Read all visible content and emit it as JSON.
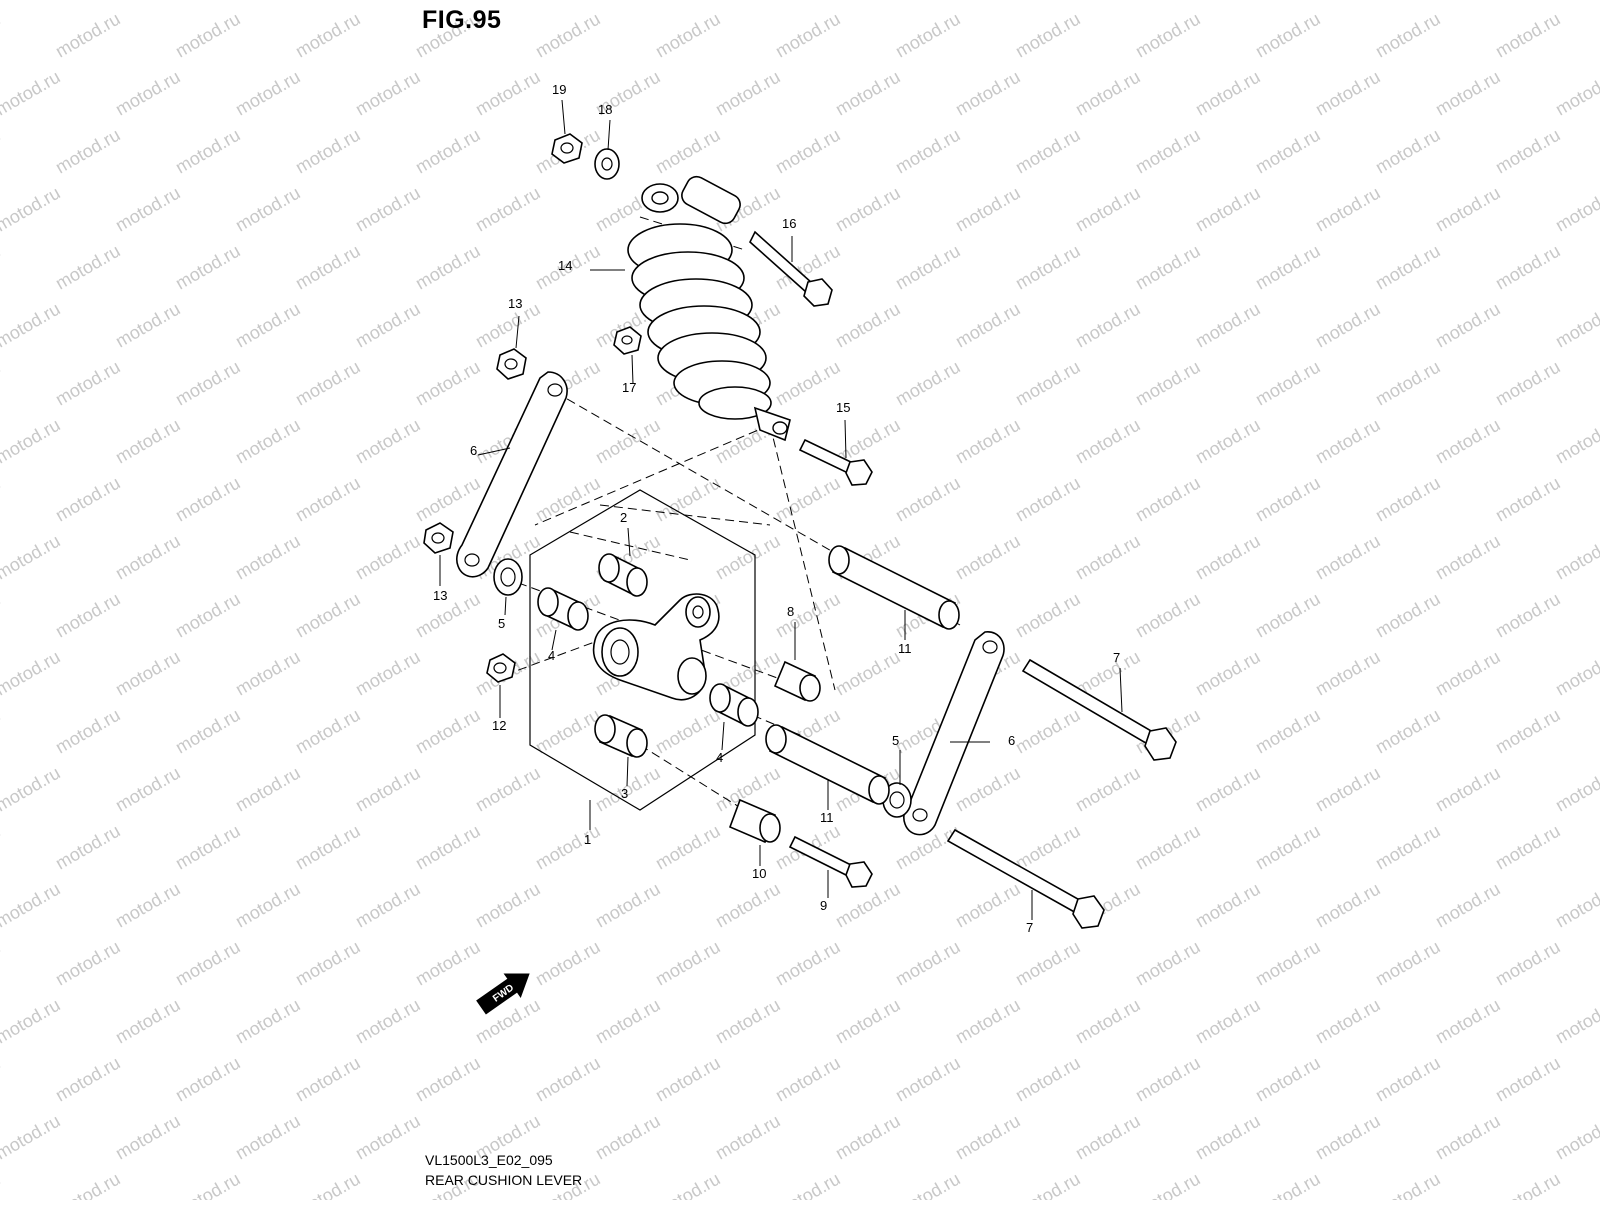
{
  "figure": {
    "title": "FIG.95",
    "code": "VL1500L3_E02_095",
    "name": "REAR CUSHION LEVER"
  },
  "watermark": {
    "text": "motod.ru",
    "color": "#c8c8c8"
  },
  "fwd_arrow": {
    "text": "FWD"
  },
  "callouts": [
    {
      "id": "c19",
      "text": "19"
    },
    {
      "id": "c18",
      "text": "18"
    },
    {
      "id": "c16",
      "text": "16"
    },
    {
      "id": "c14",
      "text": "14"
    },
    {
      "id": "c13a",
      "text": "13"
    },
    {
      "id": "c17",
      "text": "17"
    },
    {
      "id": "c15",
      "text": "15"
    },
    {
      "id": "c6a",
      "text": "6"
    },
    {
      "id": "c2",
      "text": "2"
    },
    {
      "id": "c13b",
      "text": "13"
    },
    {
      "id": "c5a",
      "text": "5"
    },
    {
      "id": "c4a",
      "text": "4"
    },
    {
      "id": "c8",
      "text": "8"
    },
    {
      "id": "c11a",
      "text": "11"
    },
    {
      "id": "c7a",
      "text": "7"
    },
    {
      "id": "c12",
      "text": "12"
    },
    {
      "id": "c6b",
      "text": "6"
    },
    {
      "id": "c4b",
      "text": "4"
    },
    {
      "id": "c5b",
      "text": "5"
    },
    {
      "id": "c3",
      "text": "3"
    },
    {
      "id": "c11b",
      "text": "11"
    },
    {
      "id": "c1",
      "text": "1"
    },
    {
      "id": "c10",
      "text": "10"
    },
    {
      "id": "c9",
      "text": "9"
    },
    {
      "id": "c7b",
      "text": "7"
    }
  ]
}
